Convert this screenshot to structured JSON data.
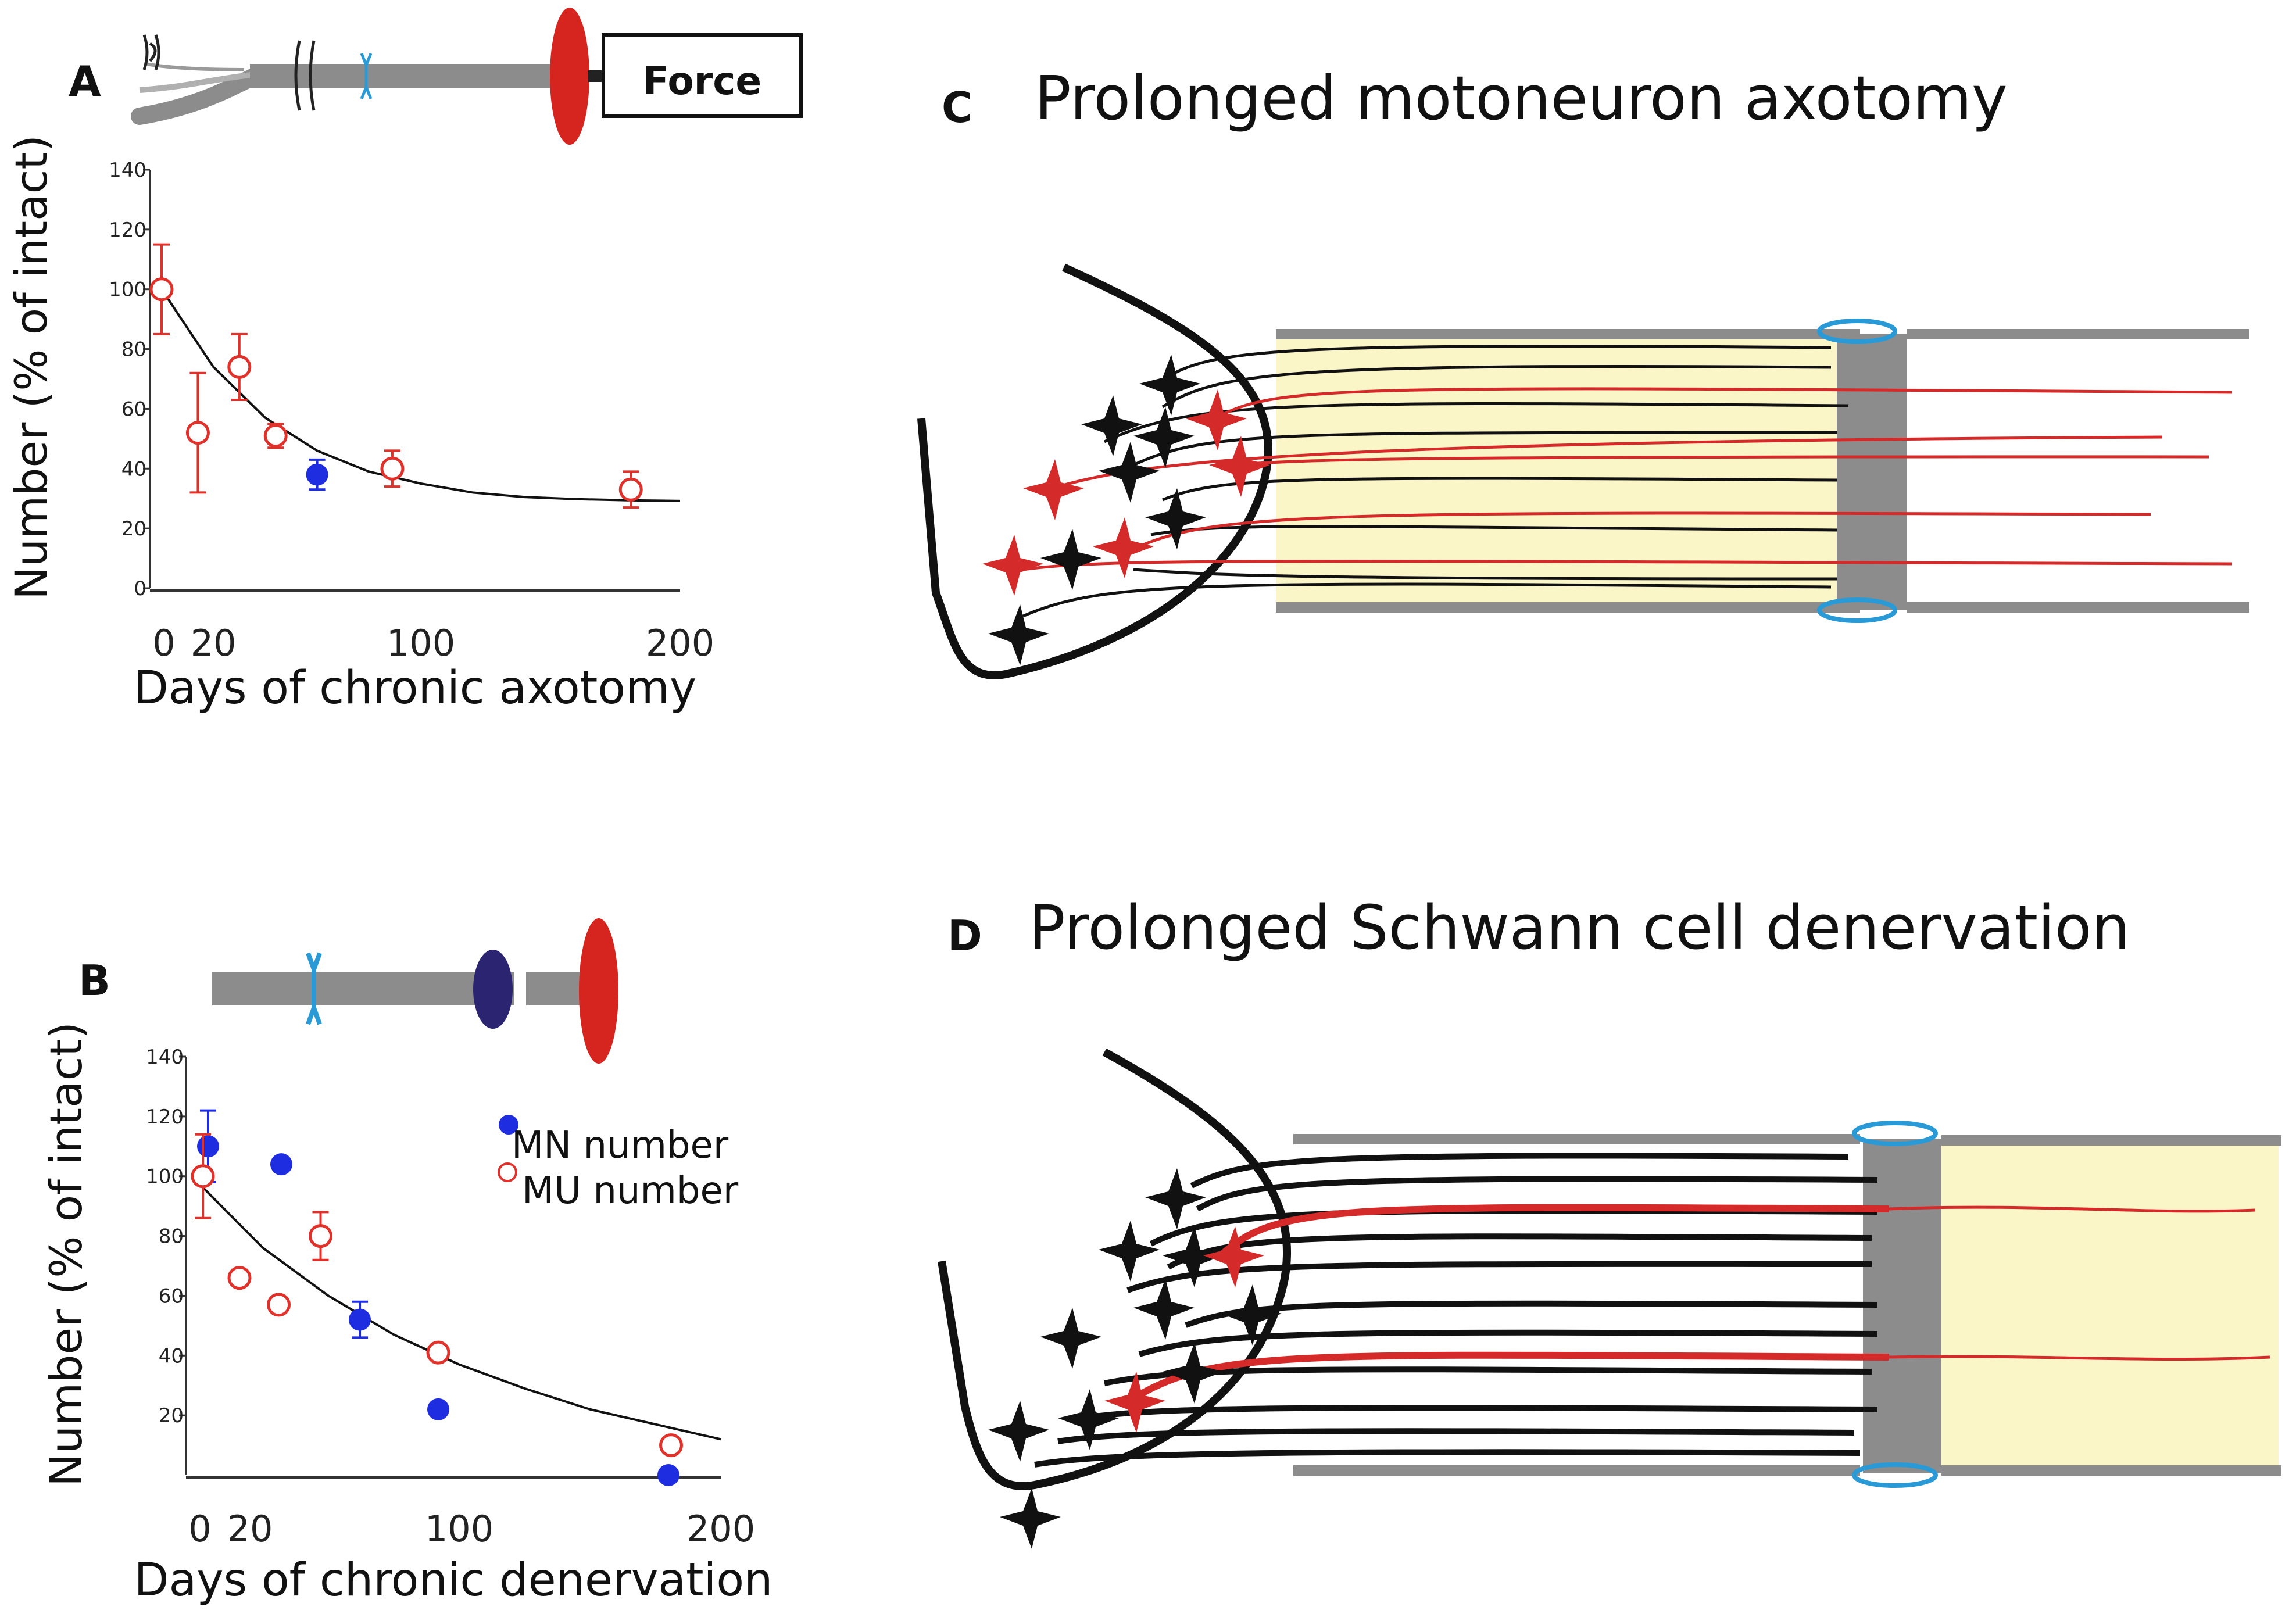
{
  "colors": {
    "open_marker": "#e0312b",
    "filled_marker": "#1f2de0",
    "axon_red": "#d42a2a",
    "nerve_gray": "#8c8c8c",
    "stump_yellow": "#fbf6c8",
    "suture_blue": "#2a9ad6",
    "muscle_red": "#d6241f",
    "blocker_navy": "#2b2470"
  },
  "panels": {
    "A": {
      "label": "A",
      "force_label": "Force"
    },
    "B": {
      "label": "B"
    },
    "C": {
      "label": "C",
      "title": "Prolonged motoneuron axotomy"
    },
    "D": {
      "label": "D",
      "title": "Prolonged Schwann cell denervation"
    }
  },
  "chart_data": [
    {
      "id": "A",
      "type": "scatter",
      "title": "",
      "xlabel": "Days of chronic axotomy",
      "ylabel": "Number (% of intact)",
      "xlim": [
        0,
        200
      ],
      "ylim": [
        0,
        140
      ],
      "x_ticks": [
        0,
        20,
        100,
        200
      ],
      "y_ticks": [
        0,
        20,
        40,
        60,
        80,
        100,
        120,
        140
      ],
      "grid": false,
      "series": [
        {
          "marker": "open-circle",
          "color": "#e0312b",
          "points": [
            {
              "x": 0,
              "y": 100,
              "err": 15
            },
            {
              "x": 14,
              "y": 52,
              "err": 20
            },
            {
              "x": 30,
              "y": 74,
              "err": 11
            },
            {
              "x": 44,
              "y": 51,
              "err": 4
            },
            {
              "x": 89,
              "y": 40,
              "err": 6
            },
            {
              "x": 181,
              "y": 33,
              "err": 6
            }
          ]
        },
        {
          "marker": "filled-circle",
          "color": "#1f2de0",
          "points": [
            {
              "x": 60,
              "y": 38,
              "err": 5
            }
          ]
        }
      ],
      "fit": {
        "x": [
          0,
          20,
          40,
          60,
          80,
          100,
          120,
          140,
          160,
          180,
          200
        ],
        "y": [
          100,
          74,
          57,
          46,
          39,
          35,
          32,
          30.5,
          29.8,
          29.4,
          29.2
        ]
      }
    },
    {
      "id": "B",
      "type": "scatter",
      "title": "",
      "xlabel": "Days of chronic denervation",
      "ylabel": "Number (% of intact)",
      "xlim": [
        0,
        200
      ],
      "ylim": [
        0,
        140
      ],
      "x_ticks": [
        0,
        20,
        100,
        200
      ],
      "y_ticks": [
        20,
        40,
        60,
        80,
        100,
        120,
        140
      ],
      "grid": false,
      "legend_position": "top-right",
      "series": [
        {
          "name": "MN number",
          "marker": "filled-circle",
          "color": "#1f2de0",
          "points": [
            {
              "x": 4,
              "y": 110,
              "err": 12
            },
            {
              "x": 32,
              "y": 104,
              "err": 0
            },
            {
              "x": 62,
              "y": 52,
              "err": 6
            },
            {
              "x": 92,
              "y": 22,
              "err": 0
            },
            {
              "x": 180,
              "y": 0,
              "err": 0
            }
          ]
        },
        {
          "name": "MU number",
          "marker": "open-circle",
          "color": "#e0312b",
          "points": [
            {
              "x": 2,
              "y": 100,
              "err": 14
            },
            {
              "x": 16,
              "y": 66,
              "err": 0
            },
            {
              "x": 31,
              "y": 57,
              "err": 0
            },
            {
              "x": 47,
              "y": 80,
              "err": 8
            },
            {
              "x": 92,
              "y": 41,
              "err": 0
            },
            {
              "x": 181,
              "y": 10,
              "err": 0
            }
          ]
        }
      ],
      "fit": {
        "x": [
          0,
          25,
          50,
          75,
          100,
          125,
          150,
          175,
          200
        ],
        "y": [
          98,
          76,
          60,
          47,
          37,
          29,
          22,
          17,
          12
        ]
      }
    }
  ]
}
